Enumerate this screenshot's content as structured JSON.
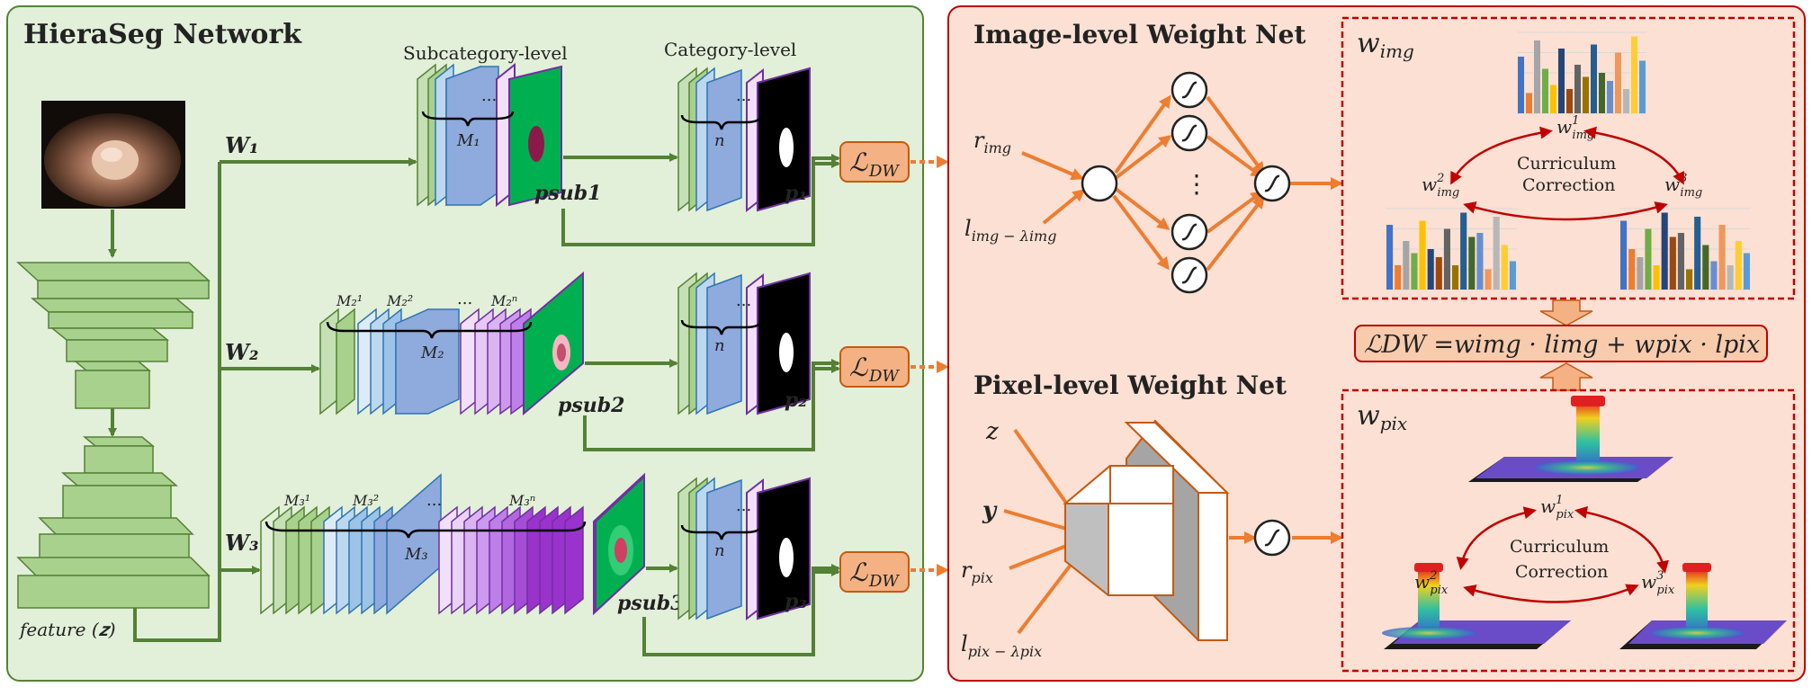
{
  "left_panel": {
    "title": "HieraSeg Network",
    "feature_label": "feature (𝒛)",
    "branches": [
      {
        "w": "𝑾₁",
        "sub": "𝒑sub1",
        "p": "𝒑₁",
        "m": "M₁",
        "n": "n"
      },
      {
        "w": "𝑾₂",
        "sub": "𝒑sub2",
        "p": "𝒑₂",
        "m": "M₂",
        "n": "n",
        "m1": "M₂¹",
        "m2": "M₂²",
        "mn": "M₂ⁿ"
      },
      {
        "w": "𝑾₃",
        "sub": "𝒑sub3",
        "p": "𝒑₃",
        "m": "M₃",
        "n": "n",
        "m1": "M₃¹",
        "m2": "M₃²",
        "mn": "M₃ⁿ"
      }
    ],
    "subcategory_header": "Subcategory-level",
    "category_header": "Category-level",
    "ellipsis": "...",
    "loss_label": "ℒ",
    "loss_sub": "DW"
  },
  "right_panel": {
    "image_title": "Image-level Weight Net",
    "pixel_title": "Pixel-level Weight Net",
    "img_inputs": [
      "r",
      "l"
    ],
    "img_input_subs": [
      "img",
      "img − λimg"
    ],
    "pix_inputs": [
      "z",
      "y",
      "r",
      "l"
    ],
    "pix_input_subs": [
      "",
      "",
      "pix",
      "pix − λpix"
    ],
    "w_img": "w",
    "w_img_sub": "img",
    "w_pix": "w",
    "w_pix_sub": "pix",
    "curriculum_1": "Curriculum",
    "curriculum_2": "Correction",
    "formula": "ℒDW =wimg · limg + wpix · lpix",
    "vertical_dots": "⋮"
  },
  "colors": {
    "left_bg": "#e2efd9",
    "left_border": "#548235",
    "right_bg": "#fbe0d3",
    "right_border": "#c00000",
    "green_arrow": "#538135",
    "orange_arrow": "#ed7d31",
    "loss_box": "#f4b183"
  },
  "bar_chart": {
    "series_values": [
      0.7,
      0.25,
      0.9,
      0.55,
      0.35,
      0.8,
      0.3,
      0.6,
      0.45,
      0.85,
      0.5,
      0.4,
      0.75,
      0.3,
      0.95,
      0.65
    ],
    "series_colors": [
      "#4472c4",
      "#ed7d31",
      "#a5a5a5",
      "#70ad47",
      "#ffc000",
      "#264478",
      "#9e480e",
      "#636363",
      "#997300",
      "#255e91",
      "#43682b",
      "#698ed0",
      "#f1975a",
      "#b7b7b7",
      "#ffcd33",
      "#5b9bd5"
    ]
  }
}
